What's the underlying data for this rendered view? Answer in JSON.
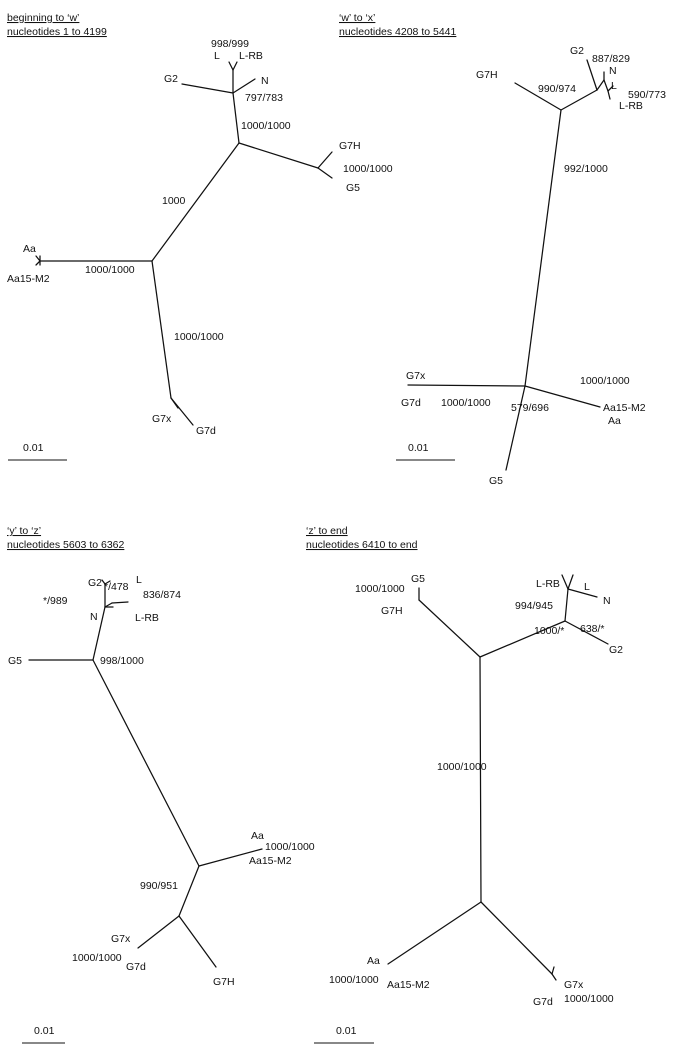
{
  "panels": [
    {
      "header": [
        "beginning to ‘w’",
        "nucleotides 1 to 4199"
      ],
      "scale_label": "0.01",
      "taxa": [
        "998/999",
        "L",
        "L-RB",
        "N",
        "G2",
        "797/783",
        "1000/1000",
        "G7H",
        "1000/1000",
        "G5",
        "1000",
        "Aa",
        "Aa15-M2",
        "1000/1000",
        "1000/1000",
        "G7x",
        "G7d"
      ]
    },
    {
      "header": [
        "‘w’ to ‘x’",
        "nucleotides 4208 to 5441"
      ],
      "scale_label": "0.01",
      "taxa": [
        "G2",
        "887/829",
        "N",
        "G7H",
        "990/974",
        "L",
        "590/773",
        "L-RB",
        "992/1000",
        "G7x",
        "1000/1000",
        "G7d",
        "1000/1000",
        "579/696",
        "Aa15-M2",
        "Aa",
        "G5"
      ]
    },
    {
      "header": [
        "‘y’ to ‘z’",
        "nucleotides 5603 to 6362"
      ],
      "scale_label": "0.01",
      "taxa": [
        "G2",
        "*/478",
        "L",
        "836/874",
        "*/989",
        "N",
        "L-RB",
        "G5",
        "998/1000",
        "Aa",
        "1000/1000",
        "Aa15-M2",
        "990/951",
        "G7x",
        "1000/1000",
        "G7d",
        "G7H"
      ]
    },
    {
      "header": [
        "‘z’ to end",
        "nucleotides 6410 to end"
      ],
      "scale_label": "0.01",
      "taxa": [
        "L-RB",
        "L",
        "G5",
        "1000/1000",
        "994/945",
        "N",
        "G7H",
        "1000/*",
        "638/*",
        "G2",
        "1000/1000",
        "Aa",
        "1000/1000",
        "Aa15-M2",
        "G7x",
        "G7d",
        "1000/1000"
      ]
    }
  ]
}
